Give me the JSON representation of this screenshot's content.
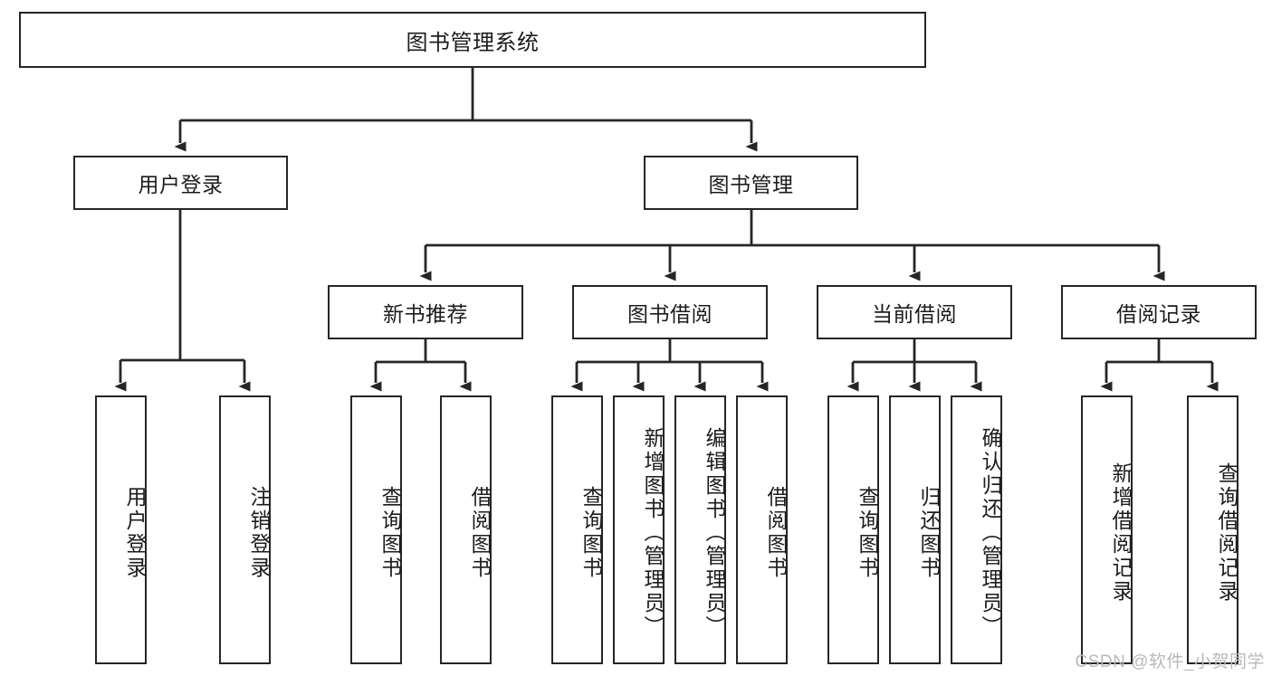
{
  "diagram": {
    "title": "图书管理系统",
    "type": "tree-hierarchy-diagram",
    "colors": {
      "box_border": "#262626",
      "box_fill": "#ffffff",
      "edge": "#262626",
      "text": "#1c1c1c",
      "watermark": "#b9b9b9",
      "background": "#ffffff"
    },
    "nodes": {
      "root": {
        "label": "图书管理系统"
      },
      "level2": [
        {
          "label": "用户登录"
        },
        {
          "label": "图书管理"
        }
      ],
      "level3": [
        {
          "label": "新书推荐"
        },
        {
          "label": "图书借阅"
        },
        {
          "label": "当前借阅"
        },
        {
          "label": "借阅记录"
        }
      ],
      "leaves_user_login": [
        {
          "label": "用户登录"
        },
        {
          "label": "注销登录"
        }
      ],
      "leaves_new_book": [
        {
          "label": "查询图书"
        },
        {
          "label": "借阅图书"
        }
      ],
      "leaves_borrow": [
        {
          "label": "查询图书"
        },
        {
          "label": "新增图书（管理员）"
        },
        {
          "label": "编辑图书（管理员）"
        },
        {
          "label": "借阅图书"
        }
      ],
      "leaves_current": [
        {
          "label": "查询图书"
        },
        {
          "label": "归还图书"
        },
        {
          "label": "确认归还（管理员）"
        }
      ],
      "leaves_record": [
        {
          "label": "新增借阅记录"
        },
        {
          "label": "查询借阅记录"
        }
      ]
    },
    "watermark": "CSDN @软件_小贺同学"
  }
}
